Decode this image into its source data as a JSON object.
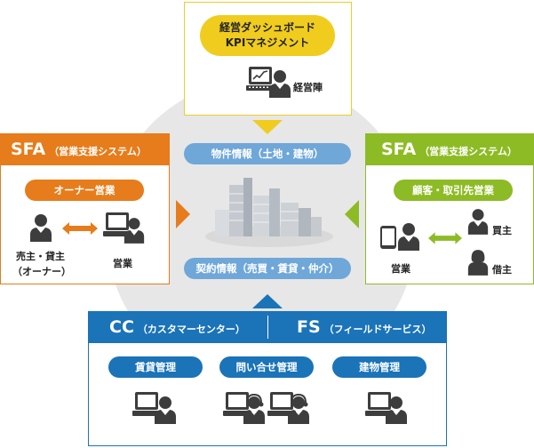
{
  "top": {
    "title_line1": "経営ダッシュボード",
    "title_line2": "KPIマネジメント",
    "person_label": "経営陣"
  },
  "center": {
    "property_info": "物件情報（土地・建物）",
    "contract_info": "契約情報（売買・賃貸・仲介）"
  },
  "left": {
    "title": "SFA",
    "subtitle": "（営業支援システム）",
    "pill": "オーナー営業",
    "owner_label_line1": "売主・貸主",
    "owner_label_line2": "（オーナー）",
    "sales_label": "営業"
  },
  "right": {
    "title": "SFA",
    "subtitle": "（営業支援システム）",
    "pill": "顧客・取引先営業",
    "sales_label": "営業",
    "buyer_label": "買主",
    "borrower_label": "借主"
  },
  "bottom": {
    "cc_title": "CC",
    "cc_subtitle": "（カスタマーセンター）",
    "fs_title": "FS",
    "fs_subtitle": "（フィールドサービス）",
    "pill_rental": "賃貸管理",
    "pill_inquiry": "問い合せ管理",
    "pill_building": "建物管理"
  },
  "colors": {
    "yellow": "#f0cc1f",
    "orange": "#e67c1b",
    "green": "#8dbb25",
    "blue": "#1b73b8",
    "light_blue": "#6fa7d8",
    "circle_gray": "#e7e7e7"
  }
}
